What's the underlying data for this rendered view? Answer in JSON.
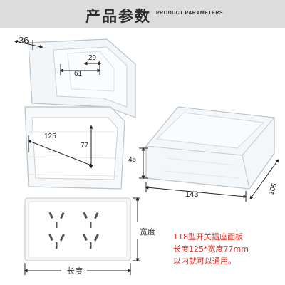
{
  "header": {
    "title_cn": "产品参数",
    "title_en": "PRODUCT PARAMETERS"
  },
  "dimensions": {
    "lid_depth": "36",
    "inner_width": "61",
    "inner_height": "29",
    "base_length": "125",
    "base_width": "77",
    "height": "45",
    "length": "143",
    "width": "105"
  },
  "panel": {
    "width_label": "宽度",
    "length_label": "长度"
  },
  "note": {
    "line1": "118型开关插座面板",
    "line2": "长度125*宽度77mm",
    "line3": "以内就可以通用。"
  },
  "colors": {
    "header_bg": "#dcdcdc",
    "note_text": "#d8342a",
    "dimension_line": "#222222"
  }
}
